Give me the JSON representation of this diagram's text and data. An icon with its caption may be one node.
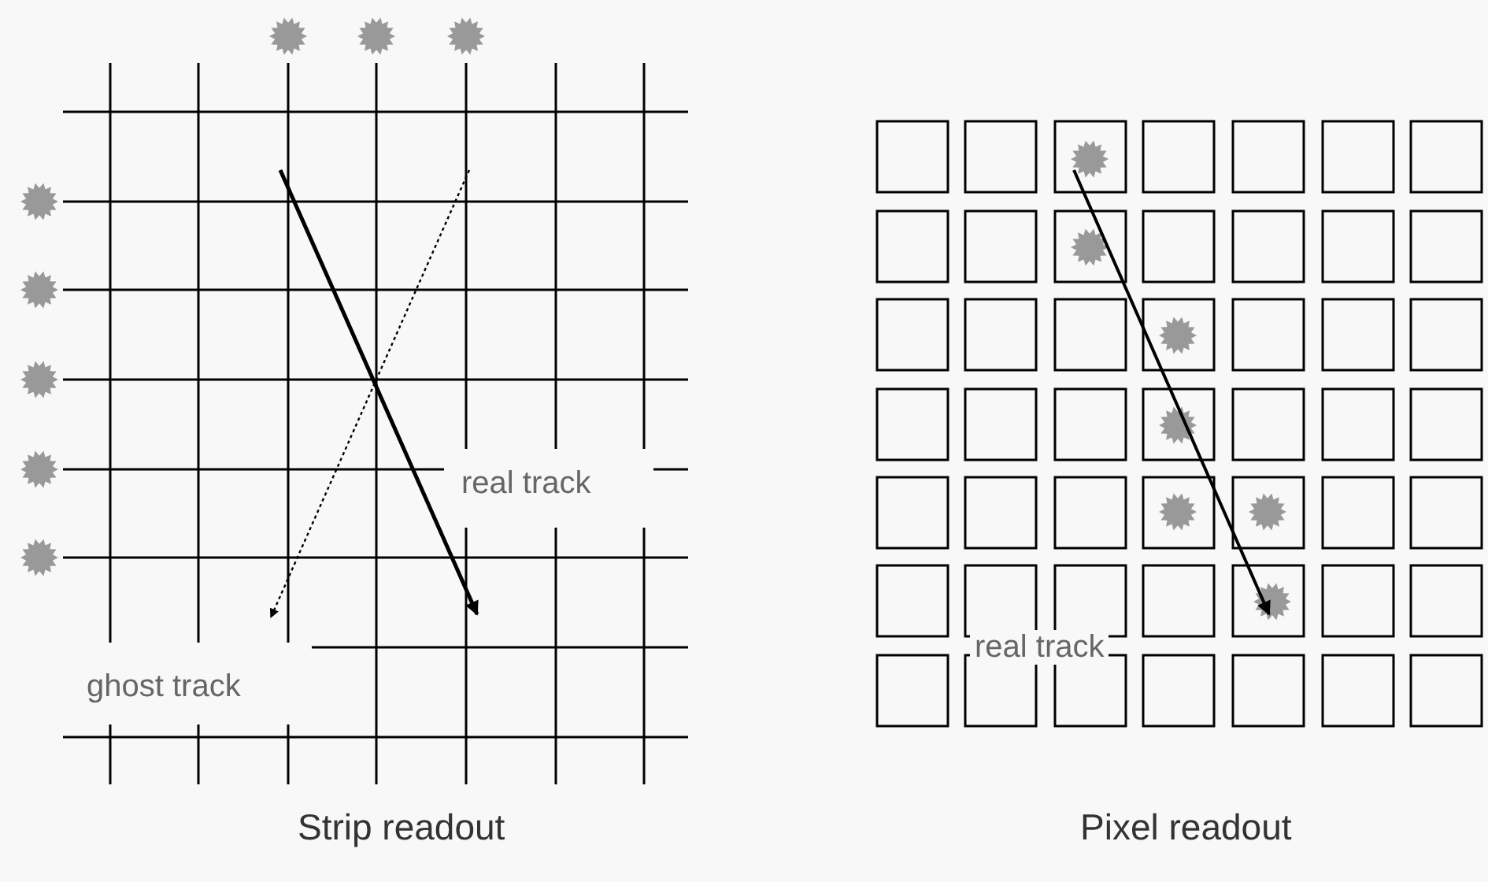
{
  "diagram": {
    "labels": [
      "real track",
      "ghost track",
      "real track",
      "Strip readout",
      "Pixel readout"
    ]
  }
}
